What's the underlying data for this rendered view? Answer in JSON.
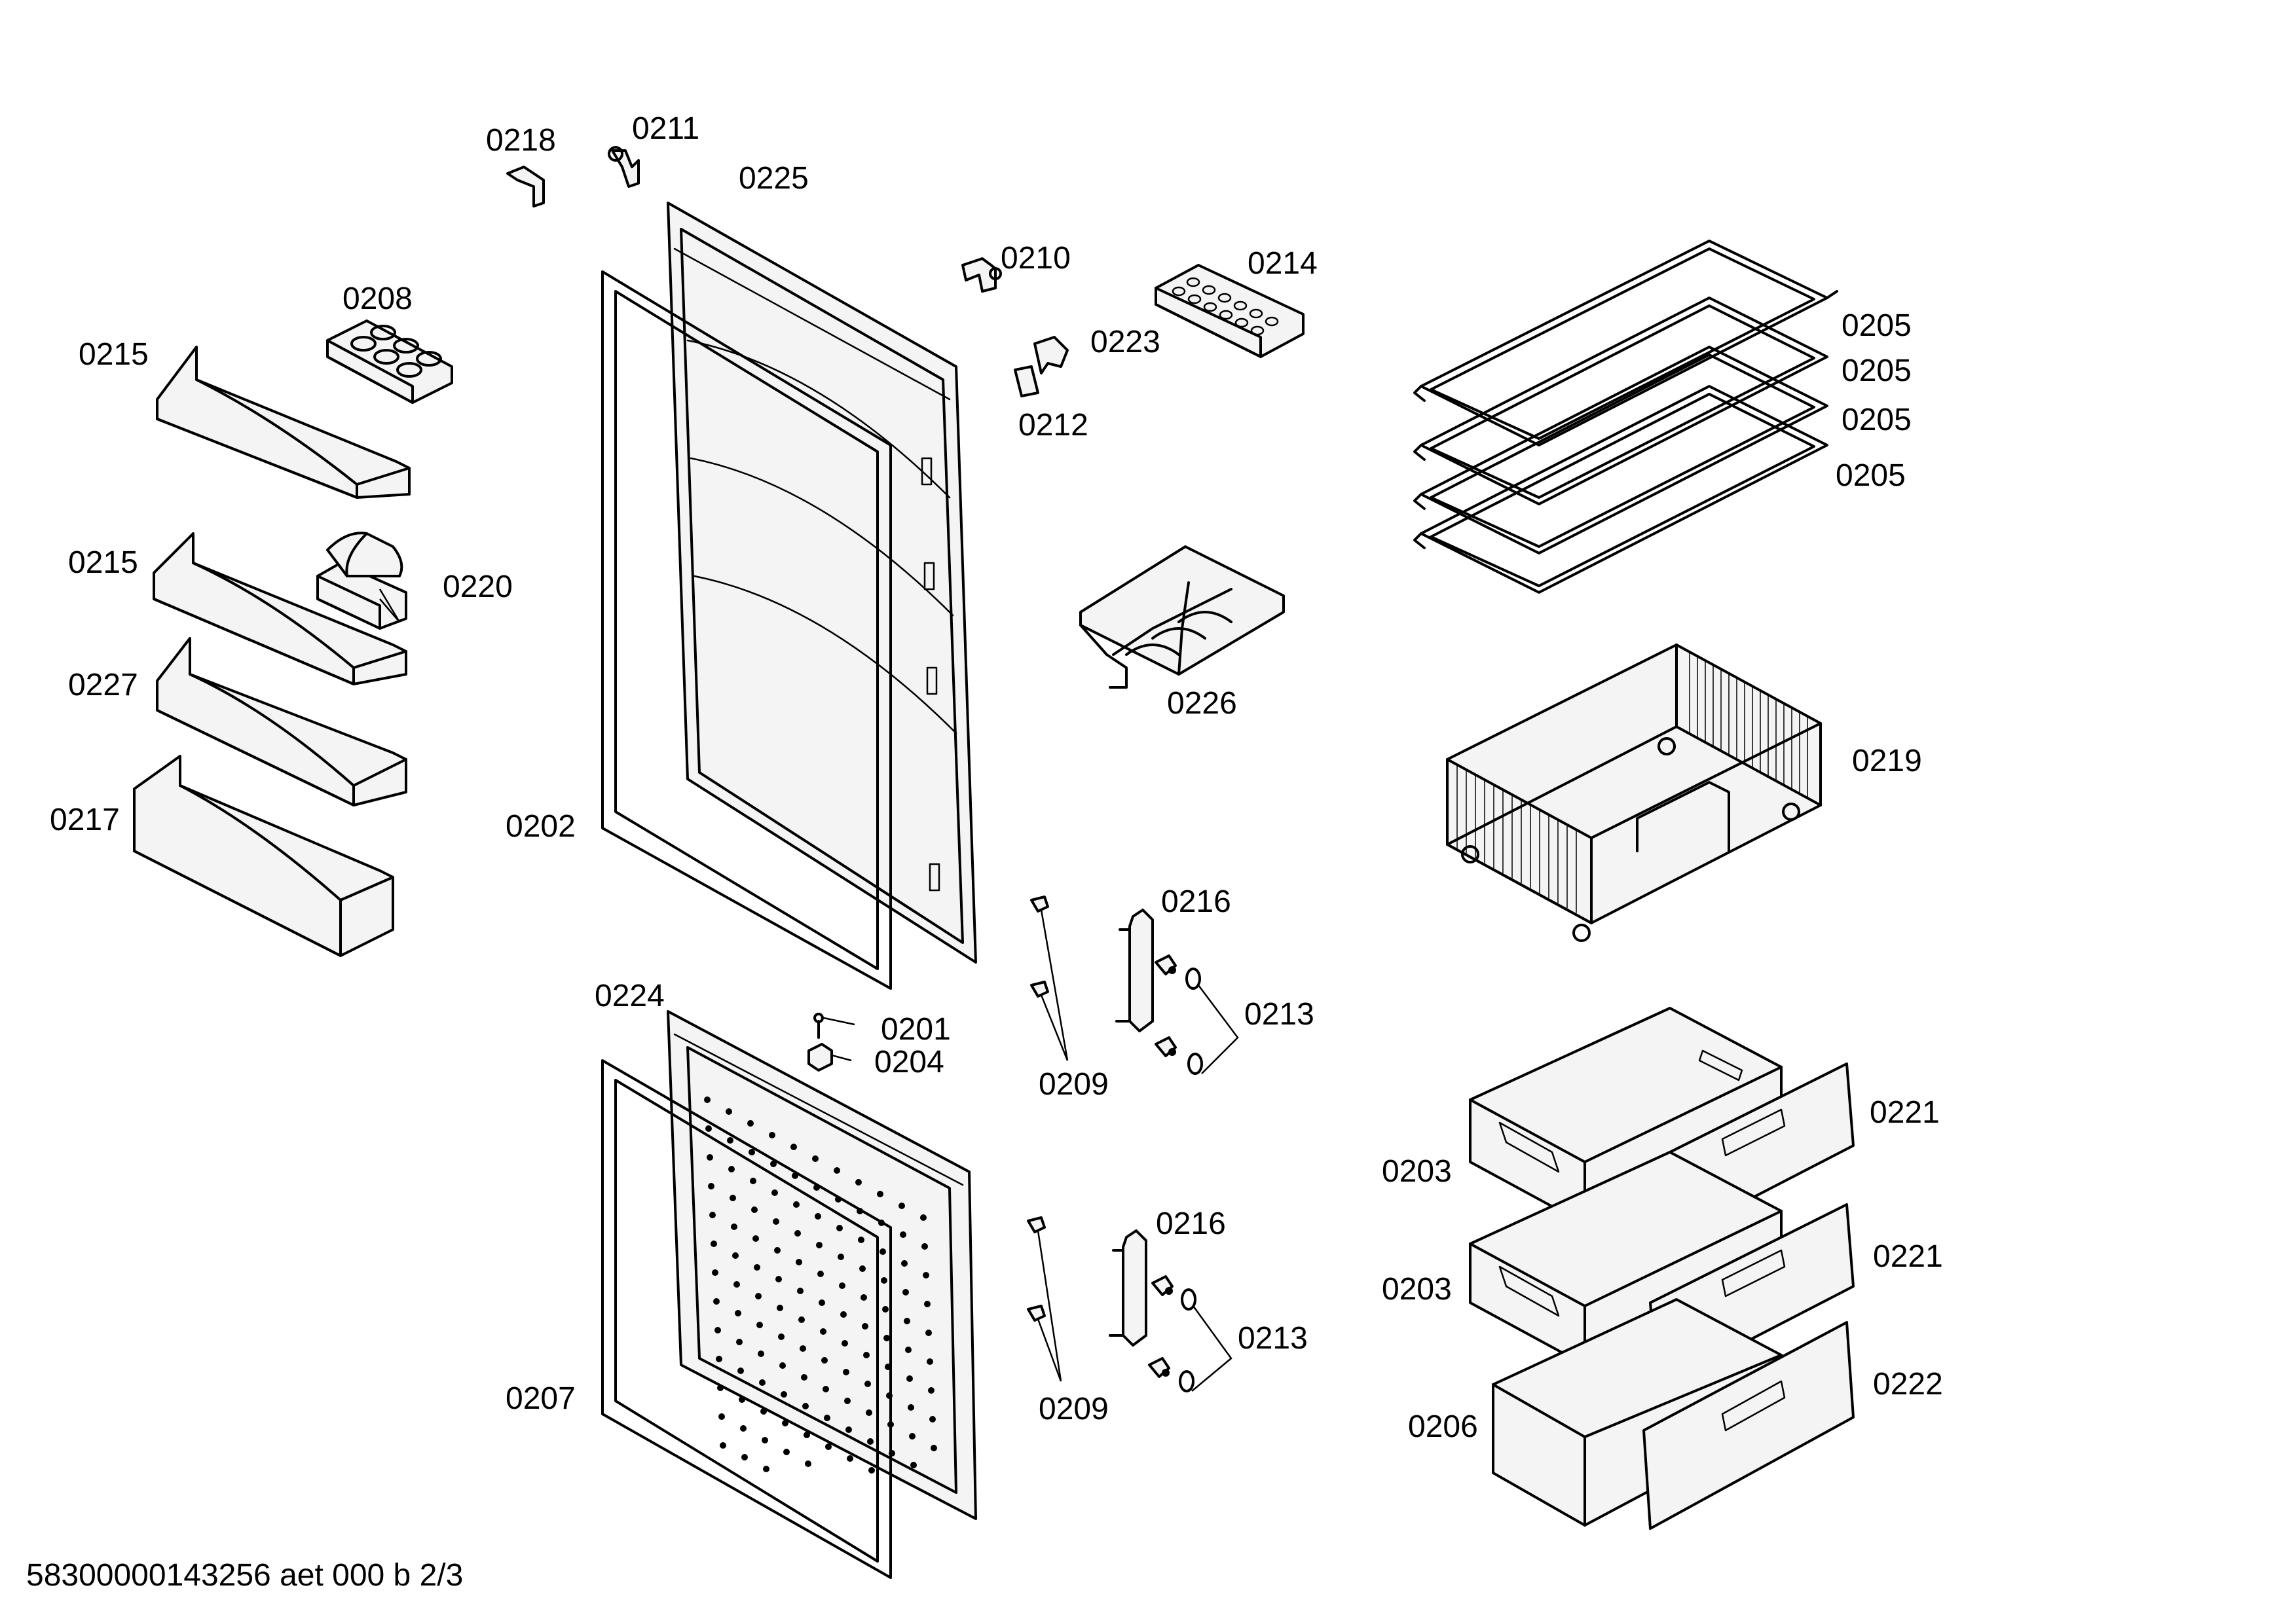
{
  "labels": {
    "l0218": "0218",
    "l0211": "0211",
    "l0225": "0225",
    "l0210": "0210",
    "l0214": "0214",
    "l0208": "0208",
    "l0223": "0223",
    "l0212": "0212",
    "l0215a": "0215",
    "l0215b": "0215",
    "l0220": "0220",
    "l0227": "0227",
    "l0217": "0217",
    "l0202": "0202",
    "l0226": "0226",
    "l0205a": "0205",
    "l0205b": "0205",
    "l0205c": "0205",
    "l0205d": "0205",
    "l0219": "0219",
    "l0216a": "0216",
    "l0213a": "0213",
    "l0209a": "0209",
    "l0224": "0224",
    "l0201": "0201",
    "l0204": "0204",
    "l0221a": "0221",
    "l0203a": "0203",
    "l0221b": "0221",
    "l0203b": "0203",
    "l0216b": "0216",
    "l0213b": "0213",
    "l0207": "0207",
    "l0209b": "0209",
    "l0222": "0222",
    "l0206": "0206"
  },
  "footer": "58300000143256 aet 000 b 2/3"
}
